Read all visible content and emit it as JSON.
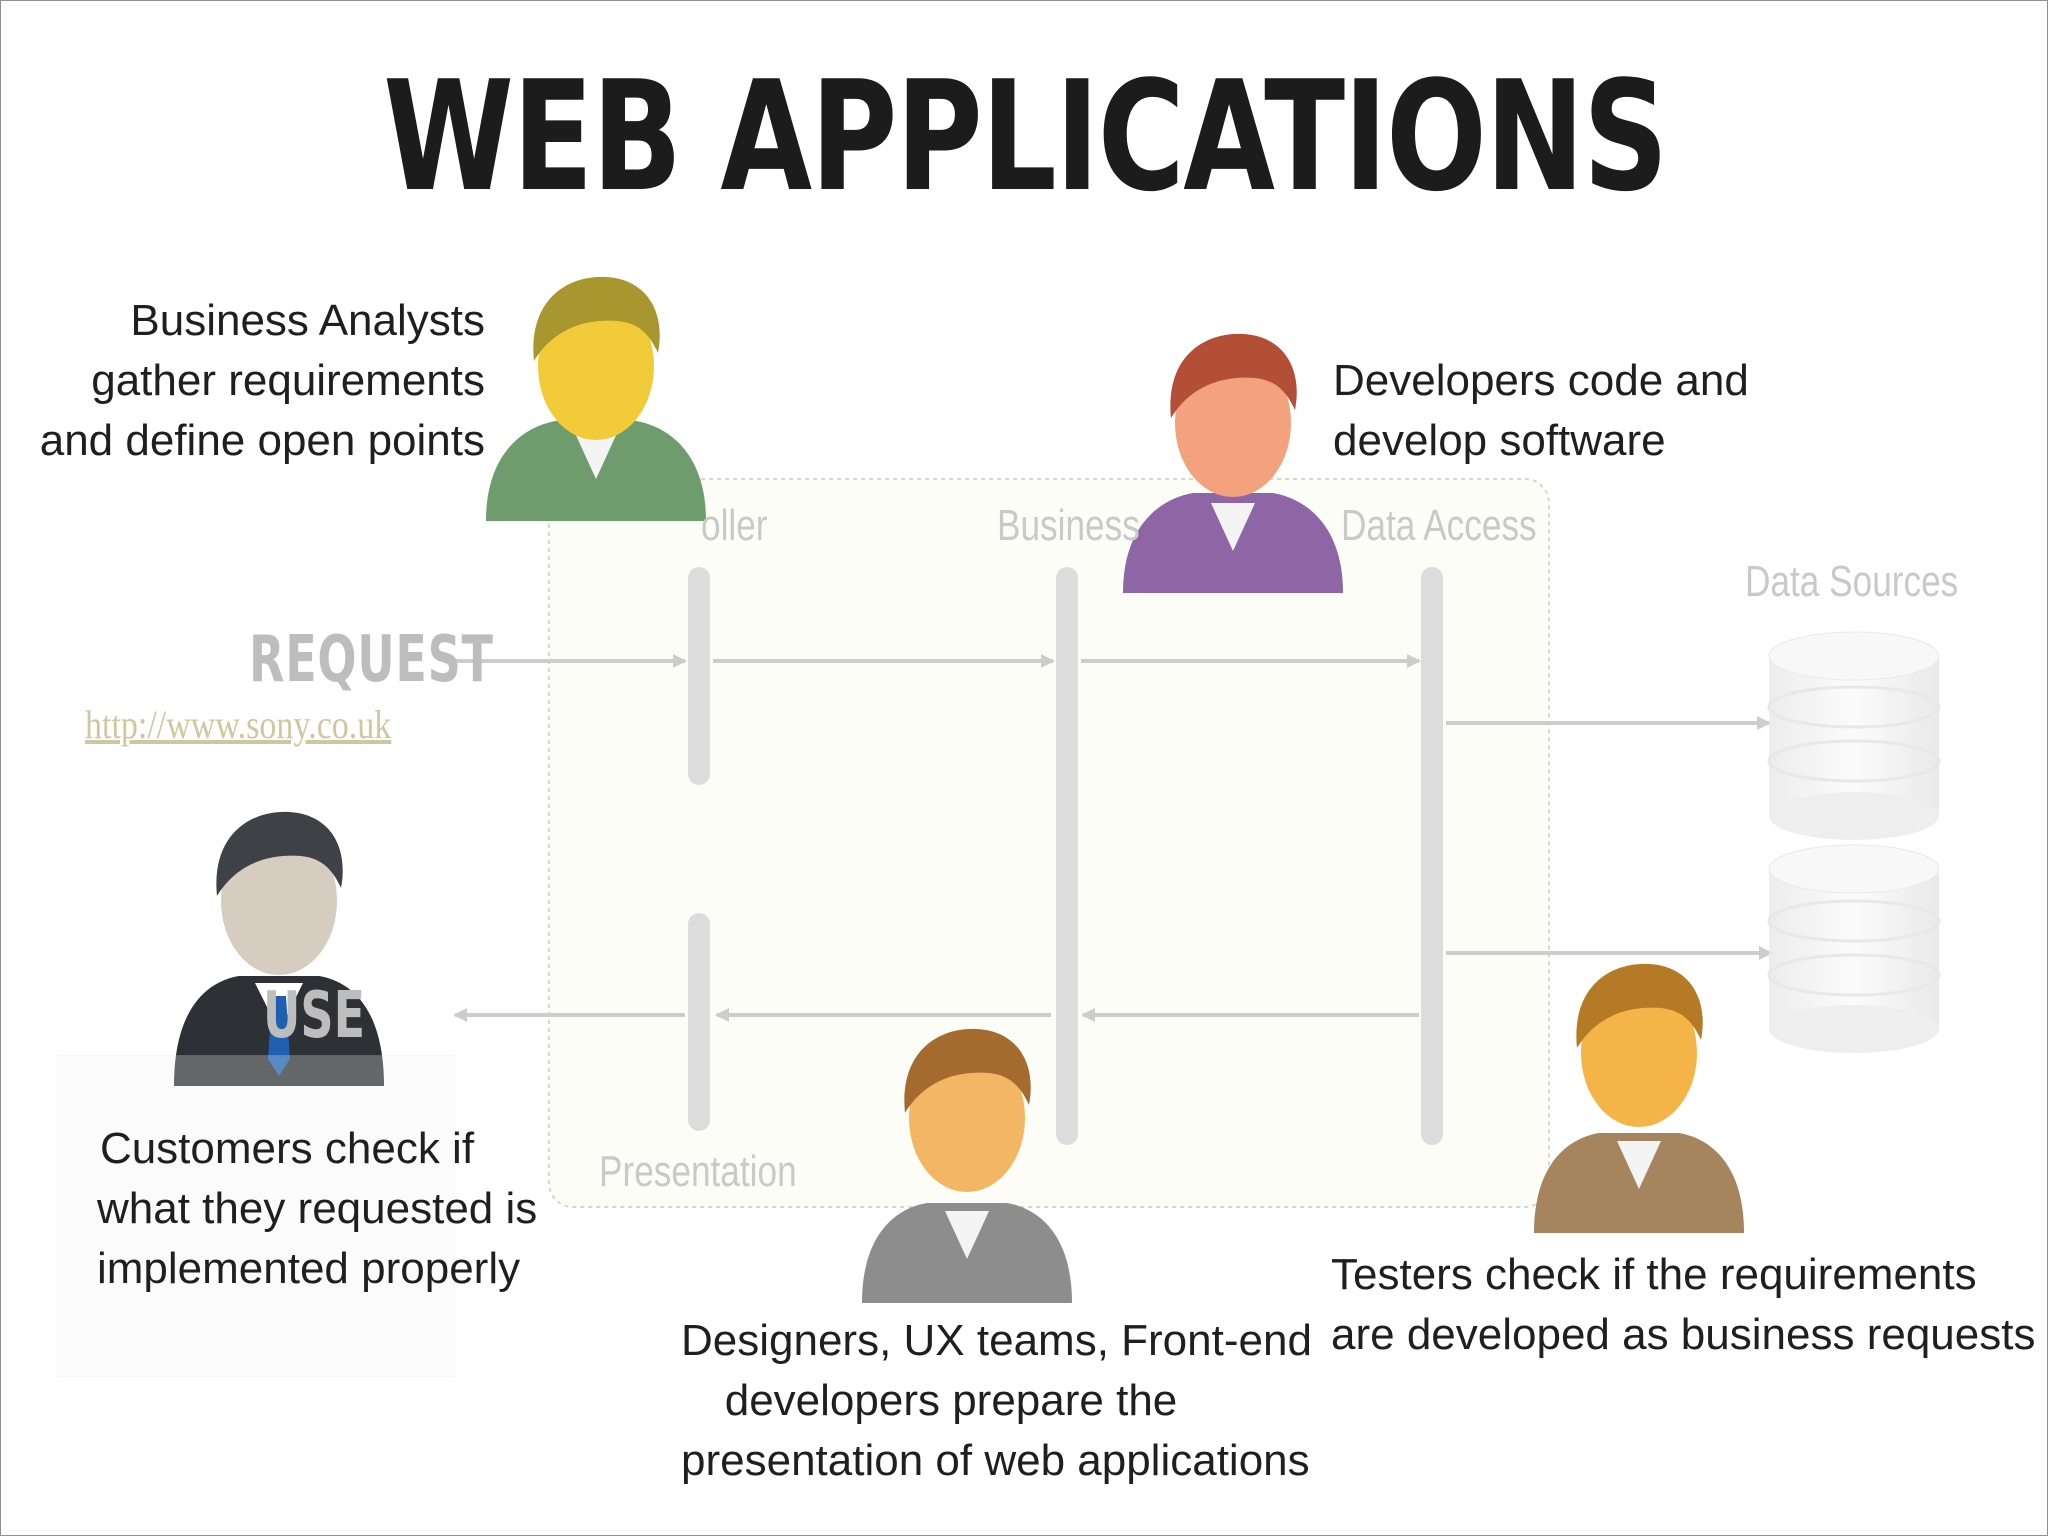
{
  "title": "WEB APPLICATIONS",
  "layers": {
    "controller": "oller",
    "business": "Business",
    "data_access": "Data Access",
    "presentation": "Presentation",
    "data_sources": "Data Sources"
  },
  "flow": {
    "request": "REQUEST",
    "response": "USE",
    "url": "http://www.sony.co.uk"
  },
  "roles": {
    "analysts": [
      "Business Analysts",
      "gather requirements",
      "and define open points"
    ],
    "developers": [
      "Developers code and",
      "develop software"
    ],
    "customers": [
      "Customers check if",
      "what they requested is",
      "implemented properly"
    ],
    "designers": [
      "Designers, UX teams, Front-end",
      "developers prepare the",
      "presentation of web applications"
    ],
    "testers": [
      "Testers check if the requirements",
      "are developed as business requests"
    ]
  },
  "person_colors": {
    "analyst": {
      "hair": "#a8962e",
      "face": "#f2cb3a",
      "shirt": "#6f9c6d"
    },
    "developer": {
      "hair": "#b24f36",
      "face": "#f4a17d",
      "shirt": "#8e66a6"
    },
    "customer": {
      "hair": "#3e4246",
      "face": "#d6ccbf",
      "shirt": "#2d3035"
    },
    "designer": {
      "hair": "#a56a2e",
      "face": "#f3b664",
      "shirt": "#8d8d8d"
    },
    "tester": {
      "hair": "#b57a25",
      "face": "#f5b448",
      "shirt": "#a6845e"
    }
  }
}
